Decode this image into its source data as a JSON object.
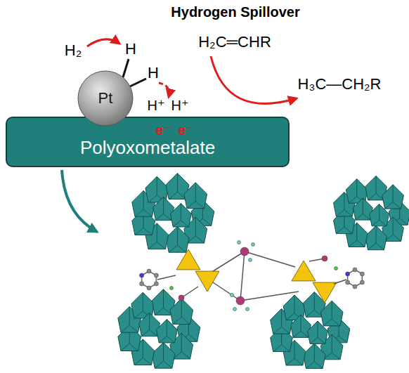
{
  "diagram": {
    "title": "Hydrogen Spillover",
    "nodes": [
      {
        "text": [
          "Pt"
        ]
      },
      {
        "text": [
          "Polyoxometalate"
        ]
      }
    ],
    "labels": [
      "H₂",
      "H",
      "H",
      "H⁺",
      "H⁺",
      "e⁻",
      "e⁻",
      "H₂C═CHR",
      "H₃C—CH₂R"
    ]
  }
}
